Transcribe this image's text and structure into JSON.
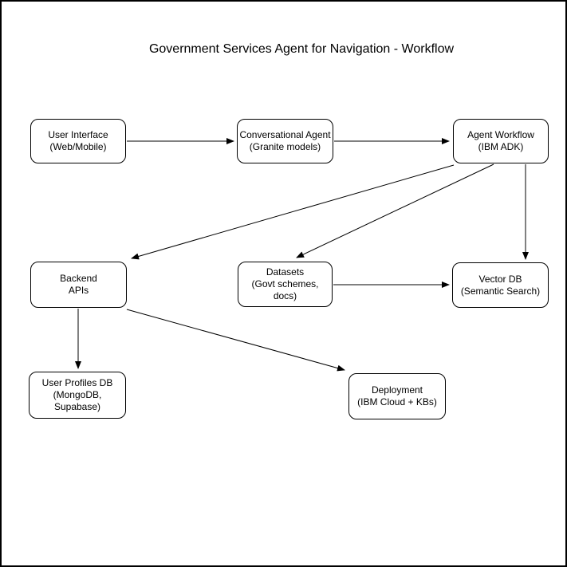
{
  "diagram": {
    "title": "Government Services Agent for Navigation - Workflow",
    "nodes": [
      {
        "id": "user-interface",
        "label": "User Interface\n(Web/Mobile)"
      },
      {
        "id": "conversational-agent",
        "label": "Conversational Agent\n(Granite models)"
      },
      {
        "id": "agent-workflow",
        "label": "Agent Workflow\n(IBM ADK)"
      },
      {
        "id": "backend-apis",
        "label": "Backend\nAPIs"
      },
      {
        "id": "datasets",
        "label": "Datasets\n(Govt schemes, docs)"
      },
      {
        "id": "vector-db",
        "label": "Vector DB\n(Semantic Search)"
      },
      {
        "id": "user-profiles-db",
        "label": "User Profiles DB\n(MongoDB,\nSupabase)"
      },
      {
        "id": "deployment",
        "label": "Deployment\n(IBM Cloud + KBs)"
      }
    ],
    "edges": [
      {
        "from": "user-interface",
        "to": "conversational-agent"
      },
      {
        "from": "conversational-agent",
        "to": "agent-workflow"
      },
      {
        "from": "agent-workflow",
        "to": "backend-apis"
      },
      {
        "from": "agent-workflow",
        "to": "datasets"
      },
      {
        "from": "agent-workflow",
        "to": "vector-db"
      },
      {
        "from": "datasets",
        "to": "vector-db"
      },
      {
        "from": "backend-apis",
        "to": "user-profiles-db"
      },
      {
        "from": "backend-apis",
        "to": "deployment"
      }
    ],
    "colors": {
      "background": "#ffffff",
      "node_fill": "#ffffff",
      "stroke": "#000000",
      "text": "#000000"
    }
  }
}
